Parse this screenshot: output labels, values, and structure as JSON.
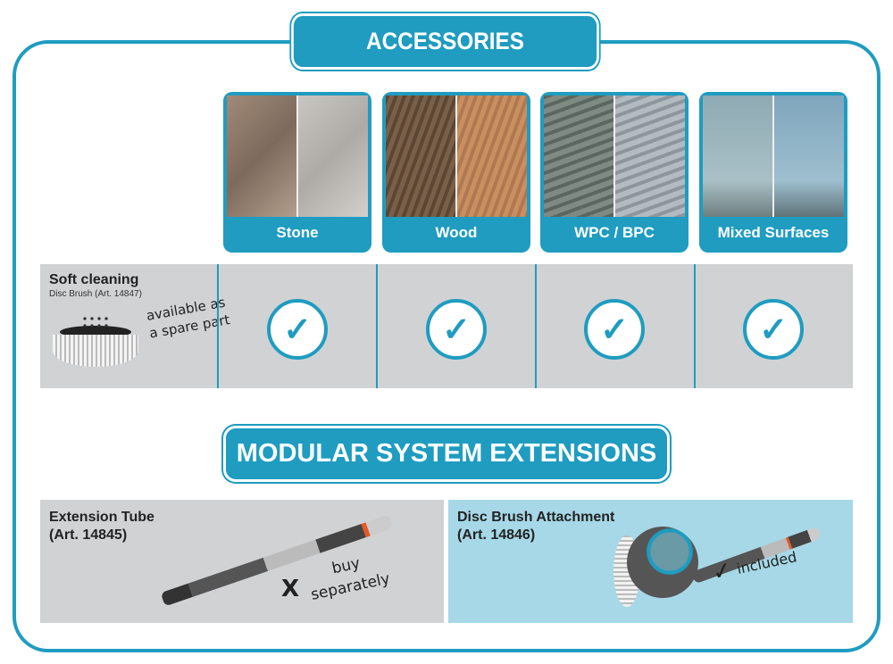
{
  "title": "ACCESSORIES",
  "surfaces": [
    {
      "label": "Stone"
    },
    {
      "label": "Wood"
    },
    {
      "label": "WPC / BPC"
    },
    {
      "label": "Mixed Surfaces"
    }
  ],
  "soft_cleaning": {
    "title": "Soft cleaning",
    "subtitle": "Disc Brush (Art. 14847)",
    "note_line1": "available as",
    "note_line2": "a spare part",
    "checks": [
      "✓",
      "✓",
      "✓",
      "✓"
    ]
  },
  "modular_title": "MODULAR SYSTEM EXTENSIONS",
  "extension_tube": {
    "name": "Extension Tube",
    "art": "(Art. 14845)",
    "mark": "X",
    "note_line1": "buy",
    "note_line2": "separately"
  },
  "disc_brush": {
    "name": "Disc Brush Attachment",
    "art": "(Art. 14846)",
    "mark": "✓",
    "note": "included"
  },
  "colors": {
    "accent": "#1f9cc0",
    "gray": "#d1d2d4",
    "light_blue": "#a6d8e7"
  }
}
